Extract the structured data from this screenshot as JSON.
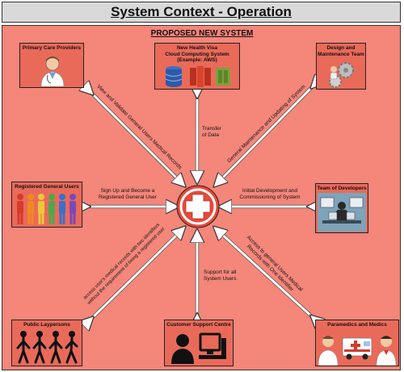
{
  "header": {
    "title": "System Context - Operation",
    "subtitle": "PROPOSED NEW SYSTEM"
  },
  "nodes": {
    "primary_care": "Primary Care Providers",
    "cloud": "New Health Visa\nCloud Computing System\n(Example: AWS)",
    "design_team": "Design and\nMaintenance Team",
    "general_users": "Registered General Users",
    "developers": "Team of Developers",
    "laypersons": "Public Laypersons",
    "support": "Customer Support Centre",
    "paramedics": "Paramedics and Medics"
  },
  "edges": {
    "primary_care": "View and Validate General Users Medical Records",
    "cloud": "Transfer\nof Data",
    "design_team": "General Maintenance and Updating of System",
    "general_users": "Sign Up and Become a\nRegistered General User",
    "developers": "Initial Development and\nCommissioning of System",
    "laypersons": "access user's medical records with two identifiers\nwithout the requirement of being a registered user",
    "support": "Support for all\nSystem Users",
    "paramedics": "Access to general Users Medical\nRecords with One Identifier"
  },
  "colors": {
    "background": "#f4867a",
    "node_fill": "#ea6a5a",
    "hub_fill": "#e8493a",
    "arrow": "#ffffff"
  }
}
